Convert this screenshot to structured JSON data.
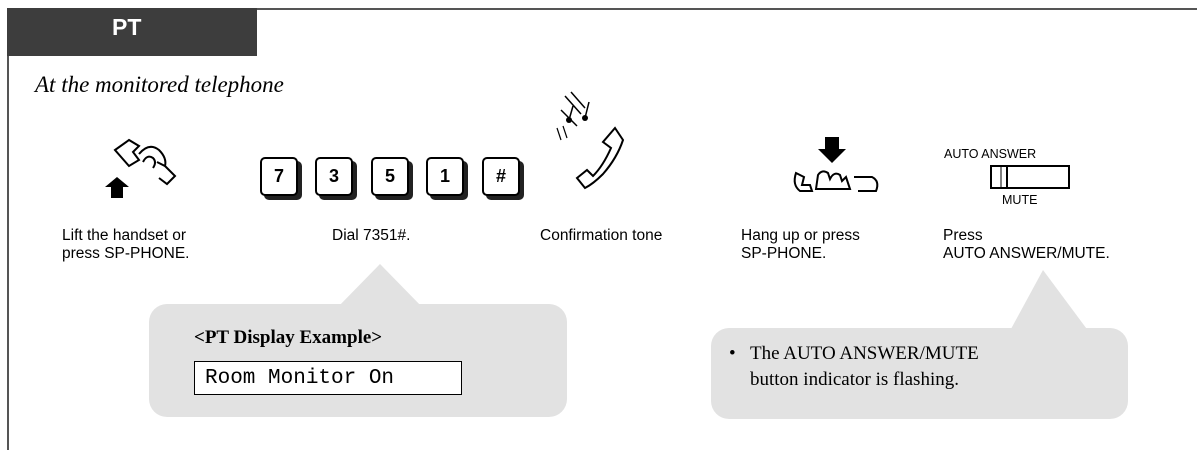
{
  "section_tab": "PT",
  "heading": "At the monitored telephone",
  "steps": [
    {
      "icon": "handset-lift-icon",
      "caption": "Lift the handset or\npress SP-PHONE."
    },
    {
      "icon": "dial-keys",
      "keys": [
        "7",
        "3",
        "5",
        "1",
        "#"
      ],
      "caption": "Dial 7351#."
    },
    {
      "icon": "confirmation-tone-icon",
      "caption": "Confirmation tone"
    },
    {
      "icon": "handset-hangup-icon",
      "caption": "Hang up or press\nSP-PHONE."
    },
    {
      "icon": "auto-answer-mute-button-icon",
      "button_label_top": "AUTO ANSWER",
      "button_label_bottom": "MUTE",
      "caption": "Press\nAUTO ANSWER/MUTE."
    }
  ],
  "display_example": {
    "title": "<PT Display Example>",
    "text": "Room Monitor On"
  },
  "note": {
    "bullet": "•",
    "line1": "The AUTO ANSWER/MUTE",
    "line2": "button indicator is flashing."
  },
  "colors": {
    "tab_bg": "#3d3d3d",
    "bubble_bg": "#e2e2e2"
  }
}
